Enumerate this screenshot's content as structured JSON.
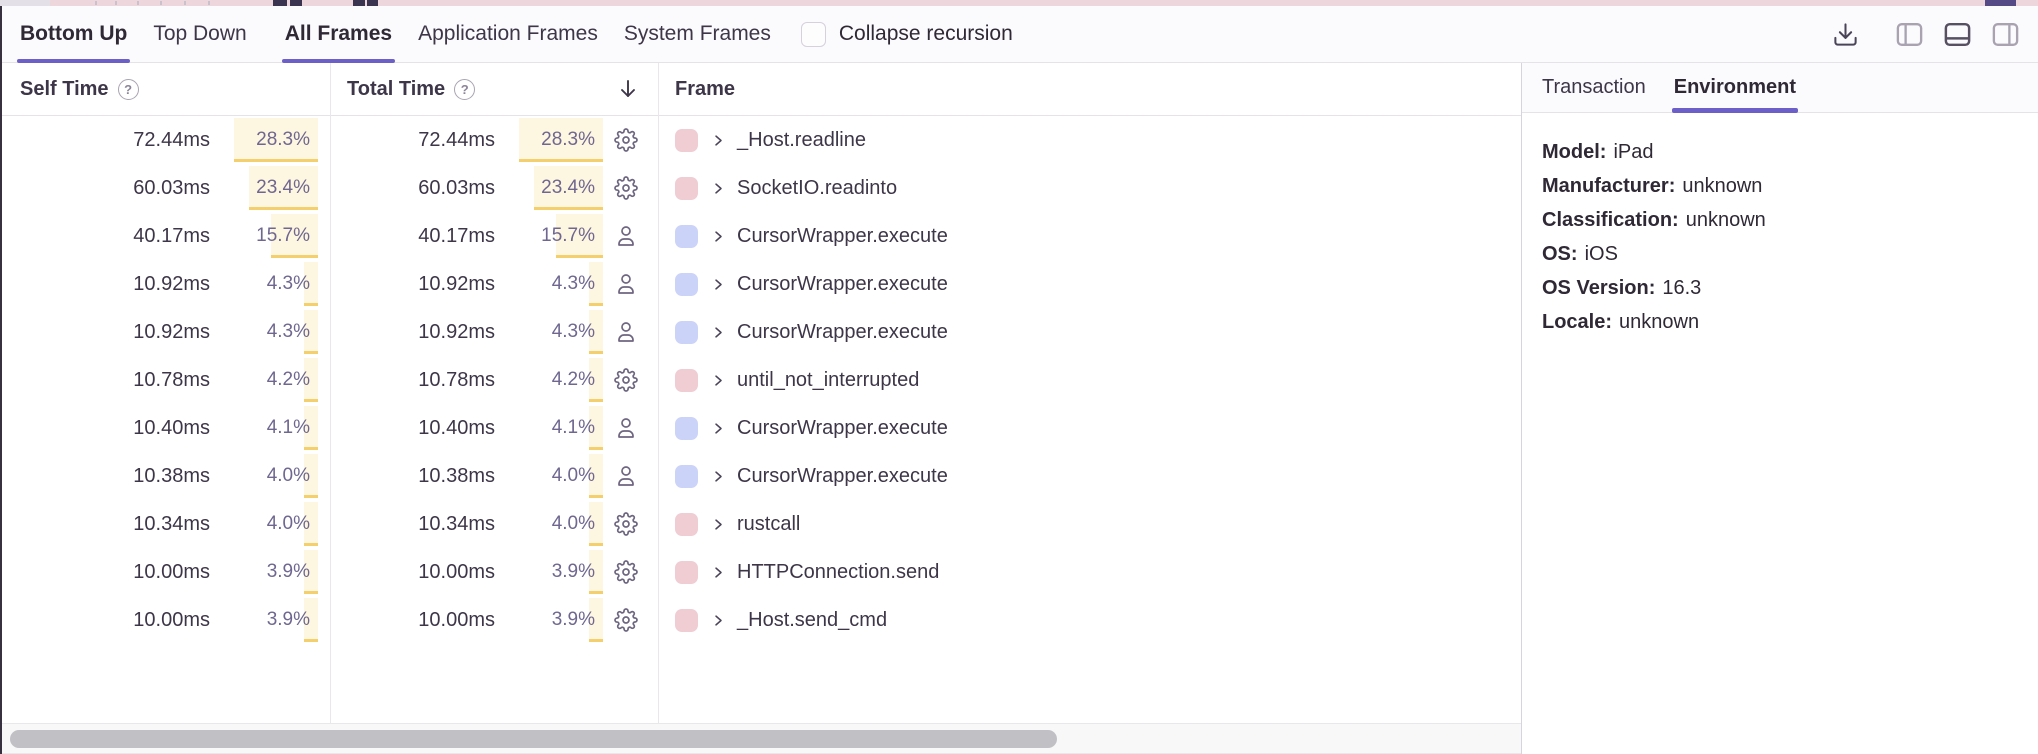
{
  "toolbar": {
    "view_tabs": [
      {
        "label": "Bottom Up",
        "active": true
      },
      {
        "label": "Top Down",
        "active": false
      }
    ],
    "frame_filters": [
      {
        "label": "All Frames",
        "active": true
      },
      {
        "label": "Application Frames",
        "active": false
      },
      {
        "label": "System Frames",
        "active": false
      }
    ],
    "collapse_recursion": {
      "label": "Collapse recursion",
      "checked": false
    },
    "action_icons": [
      "download-icon",
      "panel-left-icon",
      "panel-bottom-icon",
      "panel-right-icon"
    ],
    "active_layout_icon": "panel-bottom-icon"
  },
  "table": {
    "headers": {
      "self_time": "Self Time",
      "total_time": "Total Time",
      "frame": "Frame",
      "help_glyph": "?",
      "sorted_by": "total_time",
      "sort_direction": "descending"
    },
    "rows": [
      {
        "self_time": "72.44ms",
        "self_pct": "28.3%",
        "total_time": "72.44ms",
        "total_pct": "28.3%",
        "pct": 28.3,
        "frame_type": "system",
        "frame": "_Host.readline"
      },
      {
        "self_time": "60.03ms",
        "self_pct": "23.4%",
        "total_time": "60.03ms",
        "total_pct": "23.4%",
        "pct": 23.4,
        "frame_type": "system",
        "frame": "SocketIO.readinto"
      },
      {
        "self_time": "40.17ms",
        "self_pct": "15.7%",
        "total_time": "40.17ms",
        "total_pct": "15.7%",
        "pct": 15.7,
        "frame_type": "application",
        "frame": "CursorWrapper.execute"
      },
      {
        "self_time": "10.92ms",
        "self_pct": "4.3%",
        "total_time": "10.92ms",
        "total_pct": "4.3%",
        "pct": 4.3,
        "frame_type": "application",
        "frame": "CursorWrapper.execute"
      },
      {
        "self_time": "10.92ms",
        "self_pct": "4.3%",
        "total_time": "10.92ms",
        "total_pct": "4.3%",
        "pct": 4.3,
        "frame_type": "application",
        "frame": "CursorWrapper.execute"
      },
      {
        "self_time": "10.78ms",
        "self_pct": "4.2%",
        "total_time": "10.78ms",
        "total_pct": "4.2%",
        "pct": 4.2,
        "frame_type": "system",
        "frame": "until_not_interrupted"
      },
      {
        "self_time": "10.40ms",
        "self_pct": "4.1%",
        "total_time": "10.40ms",
        "total_pct": "4.1%",
        "pct": 4.1,
        "frame_type": "application",
        "frame": "CursorWrapper.execute"
      },
      {
        "self_time": "10.38ms",
        "self_pct": "4.0%",
        "total_time": "10.38ms",
        "total_pct": "4.0%",
        "pct": 4.0,
        "frame_type": "application",
        "frame": "CursorWrapper.execute"
      },
      {
        "self_time": "10.34ms",
        "self_pct": "4.0%",
        "total_time": "10.34ms",
        "total_pct": "4.0%",
        "pct": 4.0,
        "frame_type": "system",
        "frame": "rustcall"
      },
      {
        "self_time": "10.00ms",
        "self_pct": "3.9%",
        "total_time": "10.00ms",
        "total_pct": "3.9%",
        "pct": 3.9,
        "frame_type": "system",
        "frame": "HTTPConnection.send"
      },
      {
        "self_time": "10.00ms",
        "self_pct": "3.9%",
        "total_time": "10.00ms",
        "total_pct": "3.9%",
        "pct": 3.9,
        "frame_type": "system",
        "frame": "_Host.send_cmd"
      }
    ]
  },
  "details_panel": {
    "tabs": [
      {
        "label": "Transaction",
        "active": false
      },
      {
        "label": "Environment",
        "active": true
      }
    ],
    "environment": [
      {
        "label": "Model:",
        "value": "iPad"
      },
      {
        "label": "Manufacturer:",
        "value": "unknown"
      },
      {
        "label": "Classification:",
        "value": "unknown"
      },
      {
        "label": "OS:",
        "value": "iOS"
      },
      {
        "label": "OS Version:",
        "value": "16.3"
      },
      {
        "label": "Locale:",
        "value": "unknown"
      }
    ]
  },
  "colors": {
    "accent": "#6c5fc7",
    "system_frame_swatch": "#f0cdd2",
    "application_frame_swatch": "#ccd3f8",
    "pct_fill_bg": "#fdf6e0",
    "pct_fill_bar": "#f3cf6d",
    "minimap_pink": "#eed6dd"
  }
}
